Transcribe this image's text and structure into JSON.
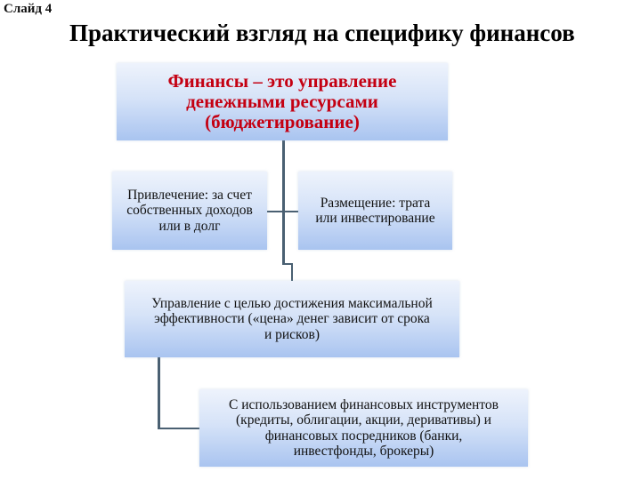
{
  "slide": {
    "label": "Слайд 4",
    "title": "Практический взгляд на специфику финансов"
  },
  "diagram": {
    "root": {
      "text": "Финансы – это управление денежными ресурсами (бюджетирование)",
      "lines": [
        "Финансы – это управление",
        "денежными ресурсами",
        "(бюджетирование)"
      ],
      "color": "#c40012"
    },
    "left": {
      "lines": [
        "Привлечение: за счет",
        "собственных доходов",
        "или в долг"
      ]
    },
    "right": {
      "lines": [
        "Размещение: трата",
        "или инвестирование"
      ]
    },
    "middle": {
      "lines": [
        "Управление с целью достижения максимальной",
        "эффективности («цена» денег зависит от срока",
        "и рисков)"
      ]
    },
    "bottom": {
      "lines": [
        "С использованием финансовых инструментов",
        "(кредиты, облигации, акции, деривативы) и",
        "финансовых посредников (банки,",
        "инвестфонды, брокеры)"
      ]
    },
    "connector_color": "#4a6072",
    "box_gradient": [
      "#eef3fc",
      "#d6e3f8",
      "#a9c4f0"
    ]
  }
}
